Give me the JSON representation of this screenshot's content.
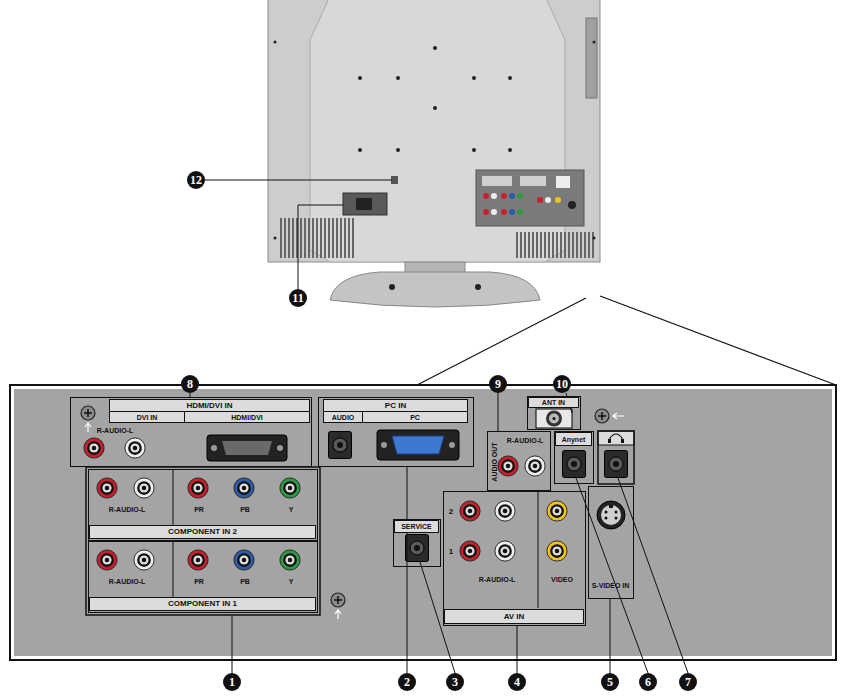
{
  "diagram": {
    "nodes": [
      {
        "text": [
          "HDMI/DVI IN",
          "DVI IN",
          "HDMI/DVI",
          "R-AUDIO-L"
        ]
      },
      {
        "text": [
          "PC IN",
          "AUDIO",
          "PC"
        ]
      },
      {
        "text": [
          "ANT IN"
        ]
      },
      {
        "text": [
          "AUDIO OUT",
          "R-AUDIO-L"
        ]
      },
      {
        "text": [
          "Anynet"
        ]
      },
      {
        "text": [
          "R-AUDIO-L",
          "PR",
          "PB",
          "Y",
          "COMPONENT IN 2"
        ]
      },
      {
        "text": [
          "SERVICE"
        ]
      },
      {
        "text": [
          "2",
          "1",
          "R-AUDIO-L",
          "VIDEO",
          "AV IN"
        ]
      },
      {
        "text": [
          "S-VIDEO IN"
        ]
      },
      {
        "text": [
          "R-AUDIO-L",
          "PR",
          "PB",
          "Y",
          "COMPONENT IN 1"
        ]
      }
    ],
    "labels": [
      "12",
      "11",
      "8",
      "9",
      "10",
      "1",
      "2",
      "3",
      "4",
      "5",
      "6",
      "7"
    ]
  }
}
